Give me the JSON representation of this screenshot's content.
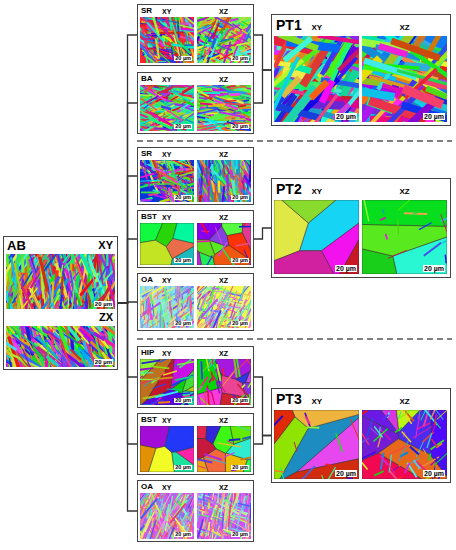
{
  "diagram": {
    "nodes": [
      {
        "text": [
          "AB",
          "XY",
          "20 µm",
          "ZX",
          "20 µm"
        ]
      },
      {
        "text": [
          "SR",
          "XY",
          "XZ",
          "20 µm",
          "20 µm"
        ]
      },
      {
        "text": [
          "BA",
          "XY",
          "XZ",
          "20 µm",
          "20 µm"
        ]
      },
      {
        "text": [
          "PT1",
          "XY",
          "XZ",
          "20 µm",
          "20 µm"
        ]
      },
      {
        "text": [
          "SR",
          "XY",
          "XZ",
          "20 µm",
          "20 µm"
        ]
      },
      {
        "text": [
          "BST",
          "XY",
          "XZ",
          "20 µm",
          "20 µm"
        ]
      },
      {
        "text": [
          "OA",
          "XY",
          "XZ",
          "20 µm",
          "20 µm"
        ]
      },
      {
        "text": [
          "PT2",
          "XY",
          "XZ",
          "20 µm",
          "20 µm"
        ]
      },
      {
        "text": [
          "HIP",
          "XY",
          "XZ",
          "20 µm",
          "20 µm"
        ]
      },
      {
        "text": [
          "BST",
          "XY",
          "XZ",
          "20 µm",
          "20 µm"
        ]
      },
      {
        "text": [
          "OA",
          "XY",
          "XZ",
          "20 µm",
          "20 µm"
        ]
      },
      {
        "text": [
          "PT3",
          "XY",
          "XZ",
          "20 µm",
          "20 µm"
        ]
      }
    ],
    "edges": [
      {
        "from": 0,
        "to": 1,
        "arrow": "none"
      },
      {
        "from": 0,
        "to": 2,
        "arrow": "none"
      },
      {
        "from": 0,
        "to": 4,
        "arrow": "none"
      },
      {
        "from": 0,
        "to": 5,
        "arrow": "none"
      },
      {
        "from": 0,
        "to": 6,
        "arrow": "none"
      },
      {
        "from": 0,
        "to": 8,
        "arrow": "none"
      },
      {
        "from": 0,
        "to": 9,
        "arrow": "none"
      },
      {
        "from": 0,
        "to": 10,
        "arrow": "none"
      },
      {
        "from": 1,
        "to": 3,
        "arrow": "none"
      },
      {
        "from": 2,
        "to": 3,
        "arrow": "none"
      },
      {
        "from": 5,
        "to": 7,
        "arrow": "none"
      },
      {
        "from": 8,
        "to": 11,
        "arrow": "none"
      },
      {
        "from": 9,
        "to": 11,
        "arrow": "none"
      }
    ]
  }
}
